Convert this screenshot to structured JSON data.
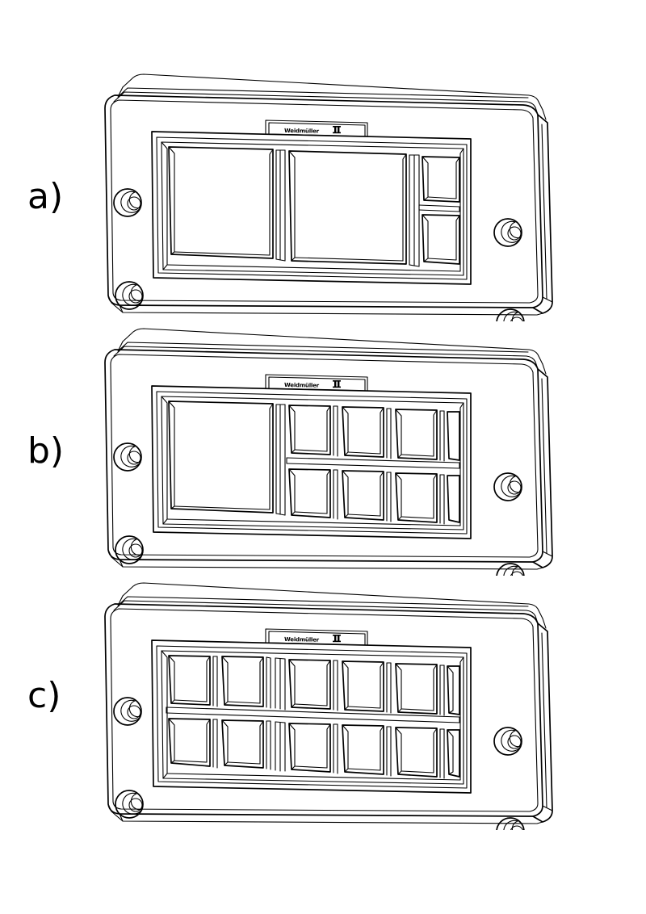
{
  "document": {
    "type": "technical-line-drawing",
    "background_color": "#ffffff",
    "line_color": "#000000",
    "description": "Isometric line drawings of three front-panel / wall-plate variants"
  },
  "figures": [
    {
      "key": "a",
      "label": "a)",
      "nameplate": "Weidmüller",
      "nameplate_logo": "weidmuller-logo-icon",
      "cutout_layout": "two large rectangular openings plus one narrow column of two small openings at right",
      "large_openings": 2,
      "small_openings": 2,
      "screw_bosses": 4
    },
    {
      "key": "b",
      "label": "b)",
      "nameplate": "Weidmüller",
      "nameplate_logo": "weidmuller-logo-icon",
      "cutout_layout": "one large rectangular opening at left plus a 3 by 2 grid of small square openings at right",
      "large_openings": 1,
      "small_openings": 6,
      "screw_bosses": 4
    },
    {
      "key": "c",
      "label": "c)",
      "nameplate": "Weidmüller",
      "nameplate_logo": "weidmuller-logo-icon",
      "cutout_layout": "full 6 by 2 grid of twelve small square openings",
      "large_openings": 0,
      "small_openings": 12,
      "screw_bosses": 4
    }
  ],
  "colors": {
    "line": "#000000",
    "background": "#ffffff"
  }
}
